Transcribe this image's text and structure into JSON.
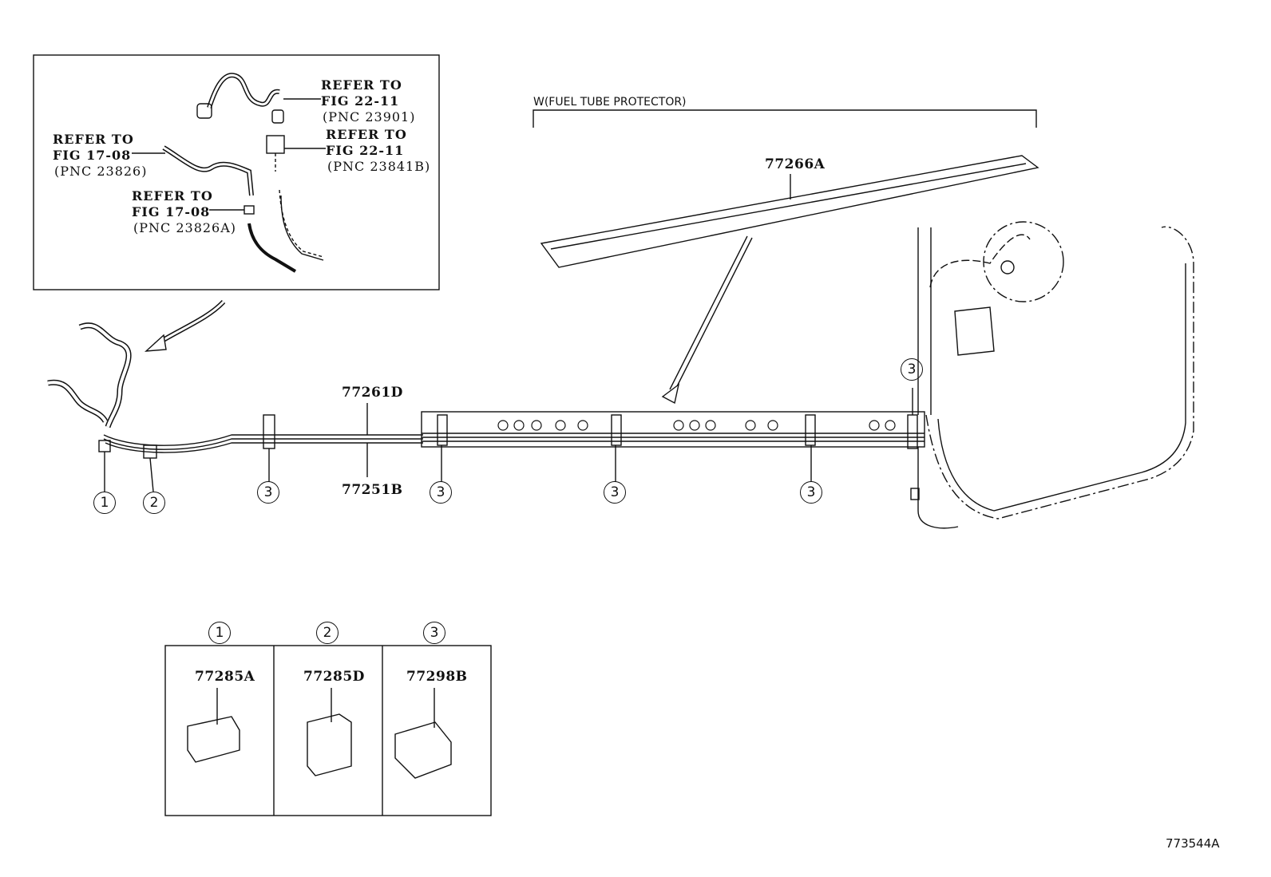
{
  "inset": {
    "refs": [
      {
        "line1": "REFER TO",
        "line2": "FIG 22-11",
        "line3": "(PNC 23901)"
      },
      {
        "line1": "REFER TO",
        "line2": "FIG 22-11",
        "line3": "(PNC 23841B)"
      },
      {
        "line1": "REFER TO",
        "line2": "FIG 17-08",
        "line3": "(PNC 23826)"
      },
      {
        "line1": "REFER TO",
        "line2": "FIG 17-08",
        "line3": "(PNC 23826A)"
      }
    ]
  },
  "protector": {
    "title": "W(FUEL TUBE PROTECTOR)",
    "part": "77266A"
  },
  "tubes": {
    "upper": "77261D",
    "lower": "77251B"
  },
  "callouts": {
    "c1": "1",
    "c2": "2",
    "c3": "3"
  },
  "clamps": [
    {
      "num": "1",
      "part": "77285A"
    },
    {
      "num": "2",
      "part": "77285D"
    },
    {
      "num": "3",
      "part": "77298B"
    }
  ],
  "figure_id": "773544A"
}
